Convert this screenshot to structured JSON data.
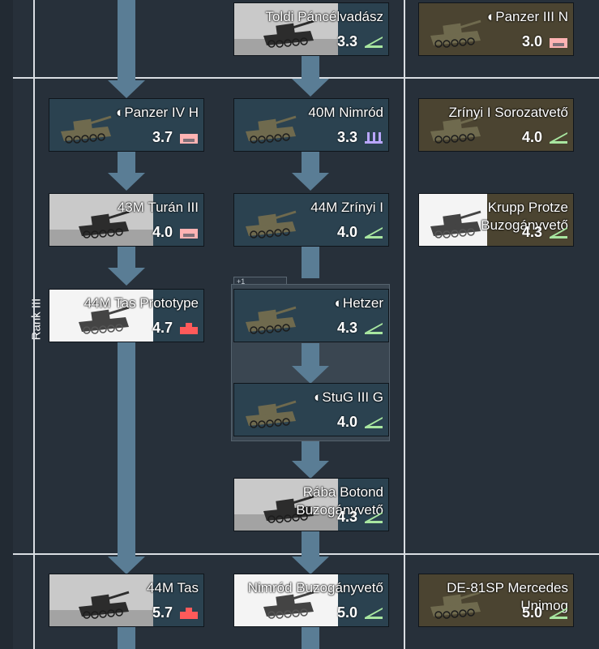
{
  "rank": {
    "label": "Rank III"
  },
  "folder": {
    "tab_label": "+1"
  },
  "vehicles": [
    {
      "id": "toldi",
      "name": "Toldi Páncélvadász",
      "br": "3.3",
      "cls": "td",
      "premium": false,
      "photo": "bw"
    },
    {
      "id": "pz3n",
      "name": "◐Panzer III N",
      "br": "3.0",
      "cls": "lt",
      "premium": true,
      "photo": "color"
    },
    {
      "id": "pz4h",
      "name": "◐Panzer IV H",
      "br": "3.7",
      "cls": "lt",
      "premium": false,
      "photo": "color"
    },
    {
      "id": "nimrod",
      "name": "40M Nimród",
      "br": "3.3",
      "cls": "spaa",
      "premium": false,
      "photo": "color"
    },
    {
      "id": "zrinyi_sor",
      "name": "Zrínyi I Sorozatvető",
      "br": "4.0",
      "cls": "td",
      "premium": true,
      "photo": "color"
    },
    {
      "id": "turan3",
      "name": "43M Turán III",
      "br": "4.0",
      "cls": "lt",
      "premium": false,
      "photo": "bw"
    },
    {
      "id": "zrinyi1",
      "name": "44M Zrínyi I",
      "br": "4.0",
      "cls": "td",
      "premium": false,
      "photo": "color"
    },
    {
      "id": "krupp",
      "name": "Krupp Protze Buzogányvető",
      "br": "4.3",
      "cls": "td",
      "premium": true,
      "photo": "drawing"
    },
    {
      "id": "tasproto",
      "name": "44M Tas Prototype",
      "br": "4.7",
      "cls": "ht",
      "premium": false,
      "photo": "drawing"
    },
    {
      "id": "hetzer",
      "name": "◐Hetzer",
      "br": "4.3",
      "cls": "td",
      "premium": false,
      "photo": "color"
    },
    {
      "id": "stug",
      "name": "◐StuG III G",
      "br": "4.0",
      "cls": "td",
      "premium": false,
      "photo": "color"
    },
    {
      "id": "raba",
      "name": "Rába Botond Buzogányvető",
      "br": "4.3",
      "cls": "td",
      "premium": false,
      "photo": "bw"
    },
    {
      "id": "tas",
      "name": "44M Tas",
      "br": "5.7",
      "cls": "ht",
      "premium": false,
      "photo": "bw"
    },
    {
      "id": "nimbuz",
      "name": "Nimród Buzogányvető",
      "br": "5.0",
      "cls": "td",
      "premium": false,
      "photo": "drawing"
    },
    {
      "id": "de81",
      "name": "DE-81SP Mercedes Unimog",
      "br": "5.0",
      "cls": "td",
      "premium": true,
      "photo": "color"
    }
  ],
  "class_colors": {
    "td": "#a8e6a0",
    "lt": "#ffb3b3",
    "spaa": "#b9a6ff",
    "ht": "#ff5a5a"
  }
}
